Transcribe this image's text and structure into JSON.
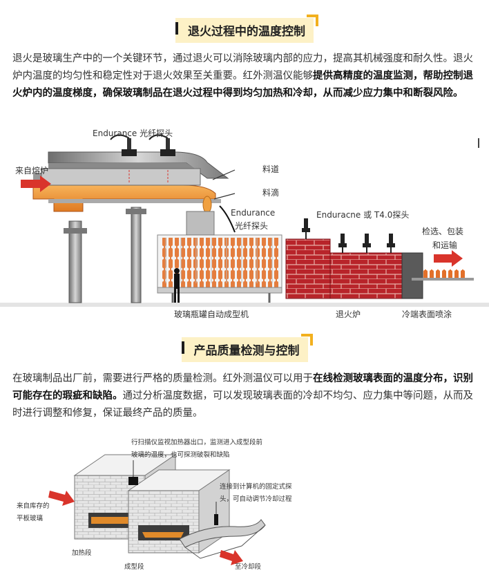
{
  "section1": {
    "title": "退火过程中的温度控制",
    "paragraph": {
      "plain": "退火是玻璃生产中的一个关键环节，通过退火可以消除玻璃内部的应力，提高其机械强度和耐久性。退火炉内温度的均匀性和稳定性对于退火效果至关重要。红外测温仪能够",
      "bold": "提供高精度的温度监测，帮助控制退火炉内的温度梯度，确保玻璃制品在退火过程中得到均匀加热和冷却，从而减少应力集中和断裂风险。"
    }
  },
  "diagram1": {
    "labels": {
      "probe_top": "Endurance 光纤探头",
      "from_furnace": "来自熔炉",
      "channel": "料道",
      "gob": "料滴",
      "probe_mid_1": "Endurance",
      "probe_mid_2": "光纤探头",
      "probe_right": "Enduracne 或 T4.0探头",
      "inspect_1": "检选、包装",
      "inspect_2": "和运输",
      "machine": "玻璃瓶罐自动成型机",
      "lehr": "退火炉",
      "coating": "冷端表面喷涂"
    }
  },
  "section2": {
    "title": "产品质量检测与控制",
    "paragraph": {
      "plain1": "在玻璃制品出厂前，需要进行严格的质量检测。红外测温仪可以用于",
      "bold": "在线检测玻璃表面的温度分布，识别可能存在的瑕疵和缺陷。",
      "plain2": "通过分析温度数据，可以发现玻璃表面的冷却不均匀、应力集中等问题，从而及时进行调整和修复，保证最终产品的质量。"
    }
  },
  "diagram2": {
    "labels": {
      "scanner_note_1": "行扫描仪监视加热器出口，监测进入成型段前",
      "scanner_note_2": "玻璃的温度，也可探测破裂和缺陷",
      "fixed_note_1": "连接到计算机的固定式探",
      "fixed_note_2": "头，可自动调节冷却过程",
      "from_storage_1": "来自库存的",
      "from_storage_2": "平板玻璃",
      "heating": "加热段",
      "forming": "成型段",
      "to_cooling": "至冷却段"
    }
  },
  "colors": {
    "header_bg": "#fdf1c6",
    "accent": "#f2b01e",
    "brick": "#b8242a",
    "glass_orange": "#f0a040",
    "arrow_red": "#d9342b"
  }
}
